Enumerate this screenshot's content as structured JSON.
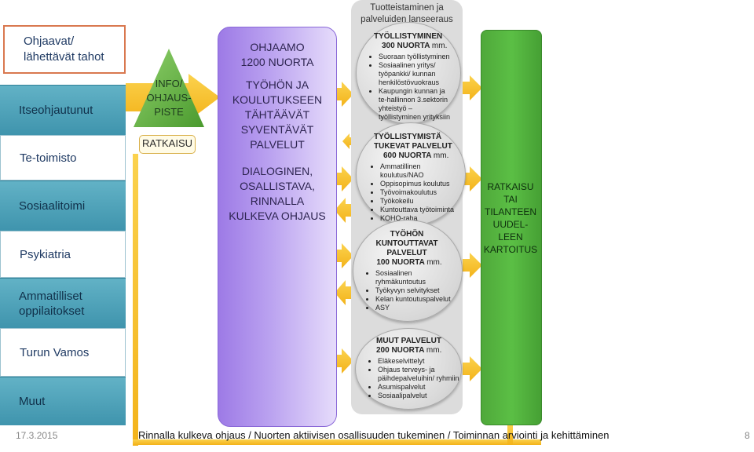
{
  "sources": {
    "header": "Ohjaavat/ lähettävät tahot",
    "items": [
      "Itseohjautunut",
      "Te-toimisto",
      "Sosiaalitoimi",
      "Psykiatria",
      "Ammatilliset oppilaitokset",
      "Turun Vamos",
      "Muut"
    ]
  },
  "info": {
    "label_line1": "INFO/",
    "label_line2": "OHJAUS-",
    "label_line3": "PISTE",
    "ratkaisu": "RATKAISU"
  },
  "ohjaamo": {
    "line1": "OHJAAMO",
    "line2": "1200  NUORTA",
    "block2": [
      "TYÖHÖN JA",
      "KOULUTUKSEEN",
      "TÄHTÄÄVÄT",
      "SYVENTÄVÄT",
      "PALVELUT"
    ],
    "block3": [
      "DIALOGINEN,",
      "OSALLISTAVA,",
      "RINNALLA",
      "KULKEVA OHJAUS"
    ]
  },
  "middle": {
    "header_line1": "Tuotteistaminen ja",
    "header_line2": "palveluiden lanseeraus",
    "circles": [
      {
        "title_lines": [
          "TYÖLLISTYMINEN"
        ],
        "count": "300 NUORTA",
        "unit": "mm.",
        "items": [
          "Suoraan työllistyminen",
          "Sosiaalinen yritys/ työpankki/ kunnan henkilöstövuokraus",
          "Kaupungin kunnan ja te-hallinnon  3.sektorin yhteistyö  – työllistyminen yrityksiin"
        ]
      },
      {
        "title_lines": [
          "TYÖLLISTYMISTÄ",
          "TUKEVAT PALVELUT"
        ],
        "count": "600  NUORTA",
        "unit": "mm.",
        "items": [
          "Ammatillinen koulutus/NAO",
          "Oppisopimus koulutus",
          "Työvoimakoulutus",
          "Työkokeilu",
          "Kuntouttava työtoiminta",
          "KOHO-raha"
        ]
      },
      {
        "title_lines": [
          "TYÖHÖN",
          "KUNTOUTTAVAT",
          "PALVELUT"
        ],
        "count": "100 NUORTA",
        "unit": "mm.",
        "items": [
          "Sosiaalinen ryhmäkuntoutus",
          "Työkyvyn selvitykset",
          "Kelan kuntoutuspalvelut",
          "ASY"
        ]
      },
      {
        "title_lines": [
          "MUUT PALVELUT"
        ],
        "count": "200 NUORTA",
        "unit": "mm.",
        "items": [
          "Eläkeselvittelyt",
          "Ohjaus  terveys- ja päihdepalveluihin/ ryhmiin",
          "Asumispalvelut",
          "Sosiaalipalvelut"
        ]
      }
    ]
  },
  "right": {
    "lines": [
      "RATKAISU",
      "TAI",
      "TILANTEEN",
      "UUDEL-",
      "LEEN",
      "KARTOITUS"
    ]
  },
  "footer": {
    "date": "17.3.2015",
    "text": "Rinnalla kulkeva ohjaus / Nuorten aktiivisen osallisuuden tukeminen / Toiminnan arviointi ja kehittäminen",
    "page": "8"
  },
  "colors": {
    "teal": "#4fa3b9",
    "purple": "#a98ae9",
    "green": "#54b33f",
    "arrow": "#f7bd22",
    "grey": "#dcdcdc"
  }
}
